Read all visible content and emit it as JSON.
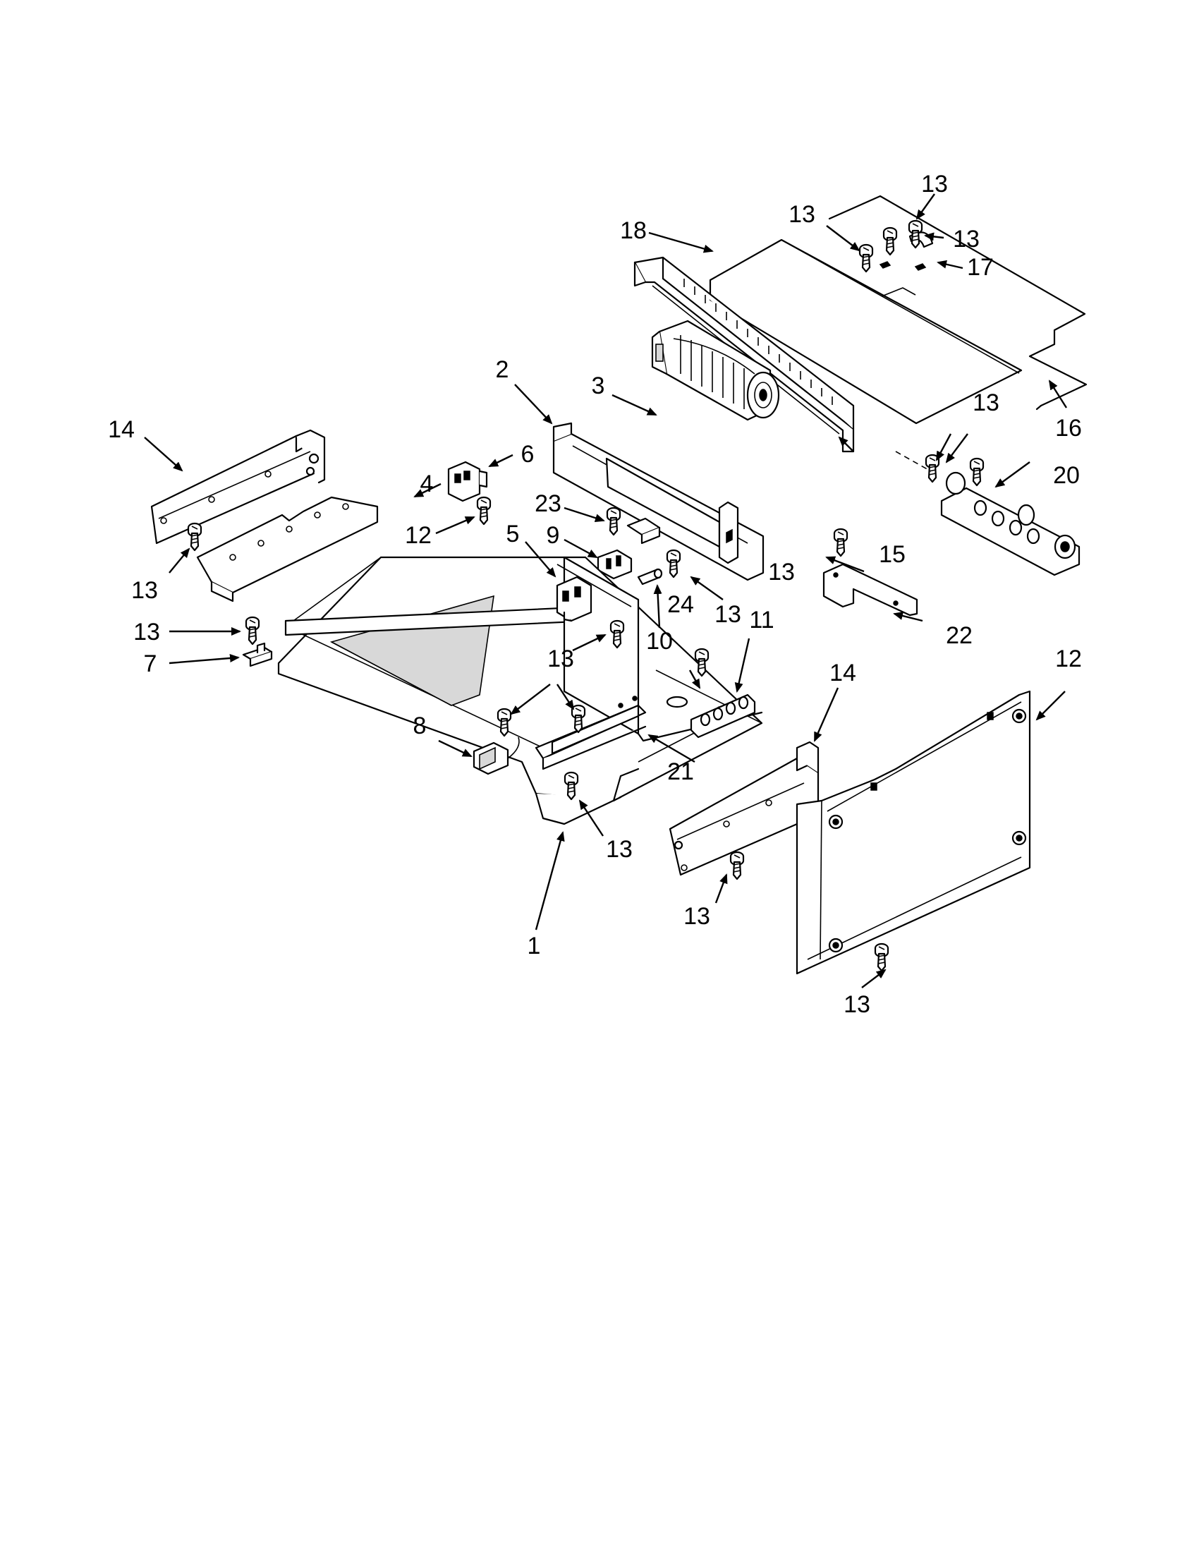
{
  "diagram": {
    "callouts": [
      {
        "label": "1",
        "part": "base-pan"
      },
      {
        "label": "2",
        "part": "fan-shroud"
      },
      {
        "label": "3",
        "part": "cooling-fan-blower"
      },
      {
        "label": "4",
        "part": "left-bracket-plate"
      },
      {
        "label": "5",
        "part": "switch"
      },
      {
        "label": "6",
        "part": "switch"
      },
      {
        "label": "7",
        "part": "clip"
      },
      {
        "label": "8",
        "part": "thermostat"
      },
      {
        "label": "9",
        "part": "terminal-block"
      },
      {
        "label": "10",
        "part": "fuse"
      },
      {
        "label": "11",
        "part": "terminal-strip"
      },
      {
        "label": "12",
        "part": "screw"
      },
      {
        "label": "12",
        "part": "rear-panel"
      },
      {
        "label": "13",
        "part": "screw"
      },
      {
        "label": "14",
        "part": "side-rail-left"
      },
      {
        "label": "14",
        "part": "side-rail-right"
      },
      {
        "label": "15",
        "part": "vent-channel"
      },
      {
        "label": "16",
        "part": "top-cover"
      },
      {
        "label": "17",
        "part": "wire-clip"
      },
      {
        "label": "18",
        "part": "top-panel"
      },
      {
        "label": "20",
        "part": "terminal-block-assembly"
      },
      {
        "label": "21",
        "part": "divider-channel"
      },
      {
        "label": "22",
        "part": "small-bracket"
      },
      {
        "label": "23",
        "part": "screw"
      },
      {
        "label": "24",
        "part": "screw"
      }
    ]
  }
}
